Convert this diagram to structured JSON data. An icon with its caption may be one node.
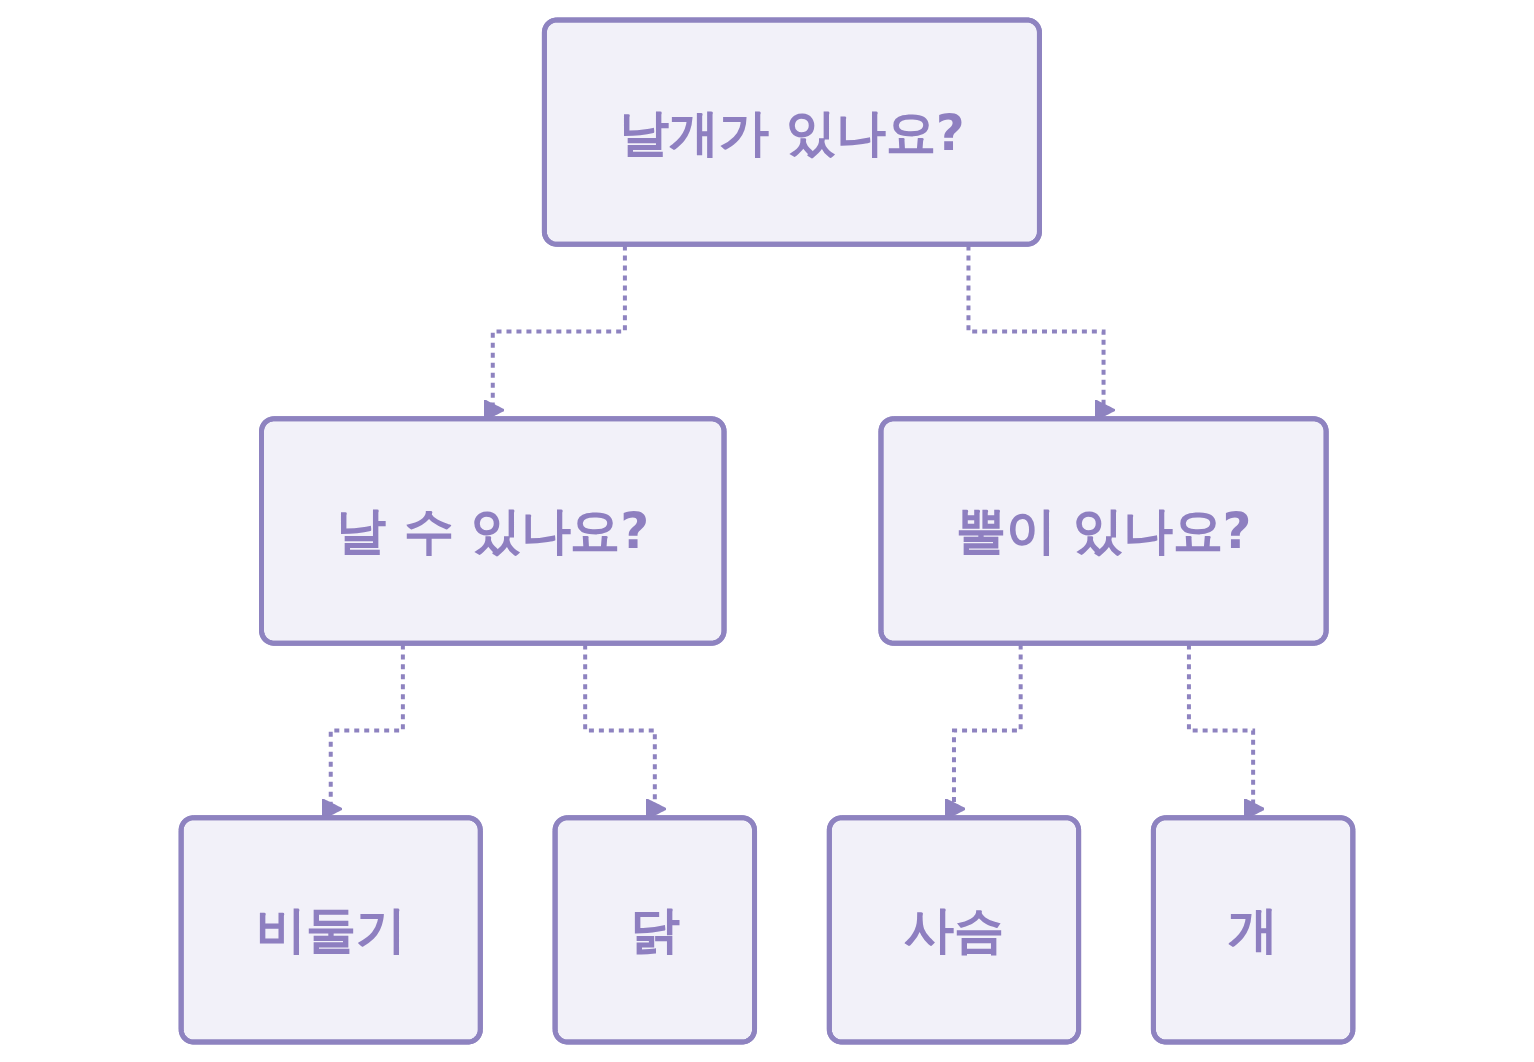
{
  "diagram": {
    "nodes": [
      {
        "text": [
          "날개가 있나요?"
        ]
      },
      {
        "text": [
          "날 수 있나요?"
        ]
      },
      {
        "text": [
          "뿔이 있나요?"
        ]
      },
      {
        "text": [
          "비둘기"
        ]
      },
      {
        "text": [
          "닭"
        ]
      },
      {
        "text": [
          "사슴"
        ]
      },
      {
        "text": [
          "개"
        ]
      }
    ],
    "edges": [
      {
        "from": 0,
        "to": 1,
        "arrow": "to",
        "style": "dashed"
      },
      {
        "from": 0,
        "to": 2,
        "arrow": "to",
        "style": "dashed"
      },
      {
        "from": 1,
        "to": 3,
        "arrow": "to",
        "style": "dashed"
      },
      {
        "from": 1,
        "to": 4,
        "arrow": "to",
        "style": "dashed"
      },
      {
        "from": 2,
        "to": 5,
        "arrow": "to",
        "style": "dashed"
      },
      {
        "from": 2,
        "to": 6,
        "arrow": "to",
        "style": "dashed"
      }
    ]
  }
}
